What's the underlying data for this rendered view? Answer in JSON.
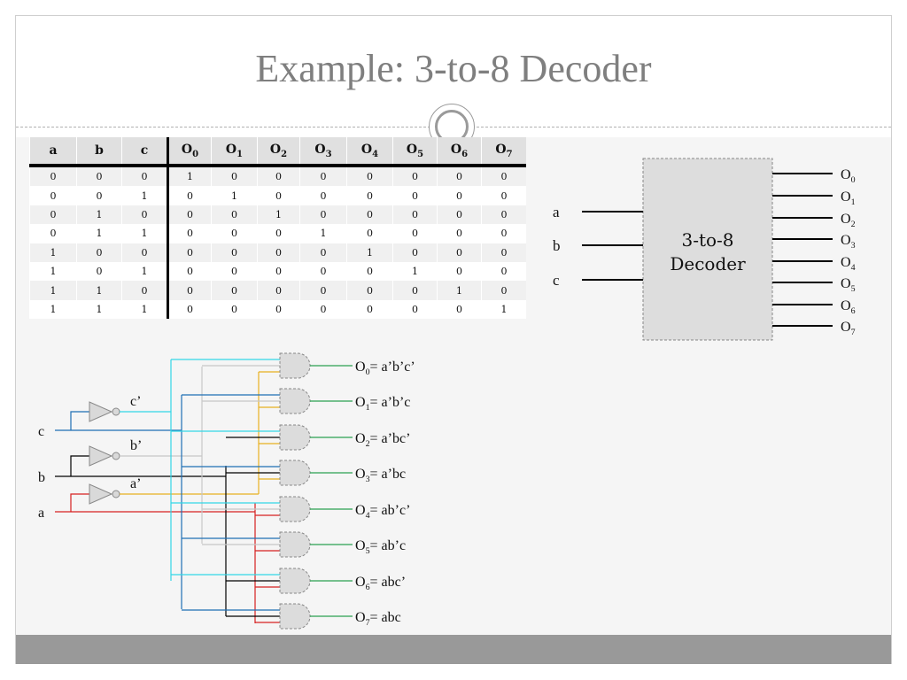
{
  "slide": {
    "title": "Example: 3-to-8 Decoder"
  },
  "truth_table": {
    "headers": [
      {
        "base": "a",
        "sub": ""
      },
      {
        "base": "b",
        "sub": ""
      },
      {
        "base": "c",
        "sub": ""
      },
      {
        "base": "O",
        "sub": "0"
      },
      {
        "base": "O",
        "sub": "1"
      },
      {
        "base": "O",
        "sub": "2"
      },
      {
        "base": "O",
        "sub": "3"
      },
      {
        "base": "O",
        "sub": "4"
      },
      {
        "base": "O",
        "sub": "5"
      },
      {
        "base": "O",
        "sub": "6"
      },
      {
        "base": "O",
        "sub": "7"
      }
    ],
    "rows": [
      [
        "0",
        "0",
        "0",
        "1",
        "0",
        "0",
        "0",
        "0",
        "0",
        "0",
        "0"
      ],
      [
        "0",
        "0",
        "1",
        "0",
        "1",
        "0",
        "0",
        "0",
        "0",
        "0",
        "0"
      ],
      [
        "0",
        "1",
        "0",
        "0",
        "0",
        "1",
        "0",
        "0",
        "0",
        "0",
        "0"
      ],
      [
        "0",
        "1",
        "1",
        "0",
        "0",
        "0",
        "1",
        "0",
        "0",
        "0",
        "0"
      ],
      [
        "1",
        "0",
        "0",
        "0",
        "0",
        "0",
        "0",
        "1",
        "0",
        "0",
        "0"
      ],
      [
        "1",
        "0",
        "1",
        "0",
        "0",
        "0",
        "0",
        "0",
        "1",
        "0",
        "0"
      ],
      [
        "1",
        "1",
        "0",
        "0",
        "0",
        "0",
        "0",
        "0",
        "0",
        "1",
        "0"
      ],
      [
        "1",
        "1",
        "1",
        "0",
        "0",
        "0",
        "0",
        "0",
        "0",
        "0",
        "1"
      ]
    ]
  },
  "block_diagram": {
    "label_line1": "3-to-8",
    "label_line2": "Decoder",
    "inputs": [
      "a",
      "b",
      "c"
    ],
    "outputs": [
      {
        "base": "O",
        "sub": "0"
      },
      {
        "base": "O",
        "sub": "1"
      },
      {
        "base": "O",
        "sub": "2"
      },
      {
        "base": "O",
        "sub": "3"
      },
      {
        "base": "O",
        "sub": "4"
      },
      {
        "base": "O",
        "sub": "5"
      },
      {
        "base": "O",
        "sub": "6"
      },
      {
        "base": "O",
        "sub": "7"
      }
    ]
  },
  "circuit": {
    "inputs": [
      "c",
      "b",
      "a"
    ],
    "inverter_labels": [
      "c’",
      "b’",
      "a’"
    ],
    "outputs": [
      {
        "base": "O",
        "sub": "0",
        "expr": "= a’b’c’"
      },
      {
        "base": "O",
        "sub": "1",
        "expr": "= a’b’c"
      },
      {
        "base": "O",
        "sub": "2",
        "expr": "= a’bc’"
      },
      {
        "base": "O",
        "sub": "3",
        "expr": "= a’bc"
      },
      {
        "base": "O",
        "sub": "4",
        "expr": "= ab’c’"
      },
      {
        "base": "O",
        "sub": "5",
        "expr": "= ab’c"
      },
      {
        "base": "O",
        "sub": "6",
        "expr": "= abc’"
      },
      {
        "base": "O",
        "sub": "7",
        "expr": "= abc"
      }
    ],
    "colors": {
      "c": "#1f6fb5",
      "c_not": "#33d6e6",
      "b": "#000000",
      "b_not": "#c8c8c8",
      "a": "#d62020",
      "a_not": "#e8b020",
      "output": "#2aa050"
    }
  }
}
